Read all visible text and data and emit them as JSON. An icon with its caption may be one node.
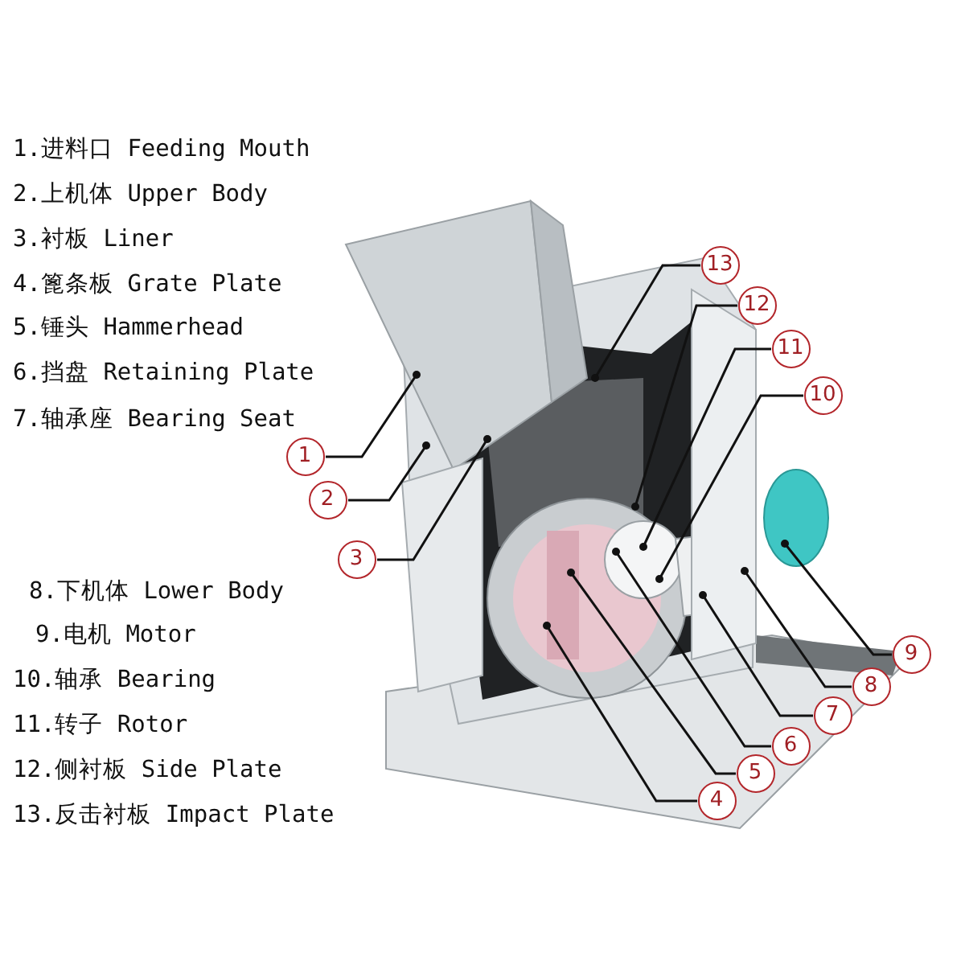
{
  "diagram": {
    "nodes": [
      {
        "text": [
          "1"
        ]
      },
      {
        "text": [
          "2"
        ]
      },
      {
        "text": [
          "3"
        ]
      },
      {
        "text": [
          "4"
        ]
      },
      {
        "text": [
          "5"
        ]
      },
      {
        "text": [
          "6"
        ]
      },
      {
        "text": [
          "7"
        ]
      },
      {
        "text": [
          "8"
        ]
      },
      {
        "text": [
          "9"
        ]
      },
      {
        "text": [
          "10"
        ]
      },
      {
        "text": [
          "11"
        ]
      },
      {
        "text": [
          "12"
        ]
      },
      {
        "text": [
          "13"
        ]
      }
    ],
    "edges": [
      {
        "from": 0,
        "to": null,
        "arrow": "other"
      },
      {
        "from": 1,
        "to": null,
        "arrow": "other"
      },
      {
        "from": 2,
        "to": null,
        "arrow": "other"
      },
      {
        "from": 3,
        "to": null,
        "arrow": "other"
      },
      {
        "from": 4,
        "to": null,
        "arrow": "other"
      },
      {
        "from": 5,
        "to": null,
        "arrow": "other"
      },
      {
        "from": 6,
        "to": null,
        "arrow": "other"
      },
      {
        "from": 7,
        "to": null,
        "arrow": "other"
      },
      {
        "from": 8,
        "to": null,
        "arrow": "other"
      },
      {
        "from": 9,
        "to": null,
        "arrow": "other"
      },
      {
        "from": 10,
        "to": null,
        "arrow": "other"
      },
      {
        "from": 11,
        "to": null,
        "arrow": "other"
      },
      {
        "from": 12,
        "to": null,
        "arrow": "other"
      }
    ],
    "labels": [
      "1.进料口 Feeding Mouth",
      "2.上机体 Upper Body",
      "3.衬板 Liner",
      "4.篦条板 Grate Plate",
      "5.锤头 Hammerhead",
      "6.挡盘 Retaining Plate",
      "7.轴承座 Bearing Seat",
      "8.下机体 Lower Body",
      "9.电机 Motor",
      "10.轴承 Bearing",
      "11.转子 Rotor",
      "12.侧衬板 Side Plate",
      "13.反击衬板 Impact Plate"
    ]
  }
}
